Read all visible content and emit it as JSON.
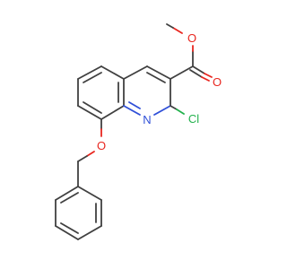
{
  "molecule": {
    "atom_labels": {
      "ester_carbonyl_o": "O",
      "ester_ether_o": "O",
      "ring_n": "N",
      "chloro": "Cl",
      "benzyloxy_o": "O"
    },
    "colors": {
      "bond": "#404040",
      "oxygen": "#e8261f",
      "nitrogen": "#3050d8",
      "chlorine": "#22b14c",
      "background": "#ffffff"
    }
  }
}
